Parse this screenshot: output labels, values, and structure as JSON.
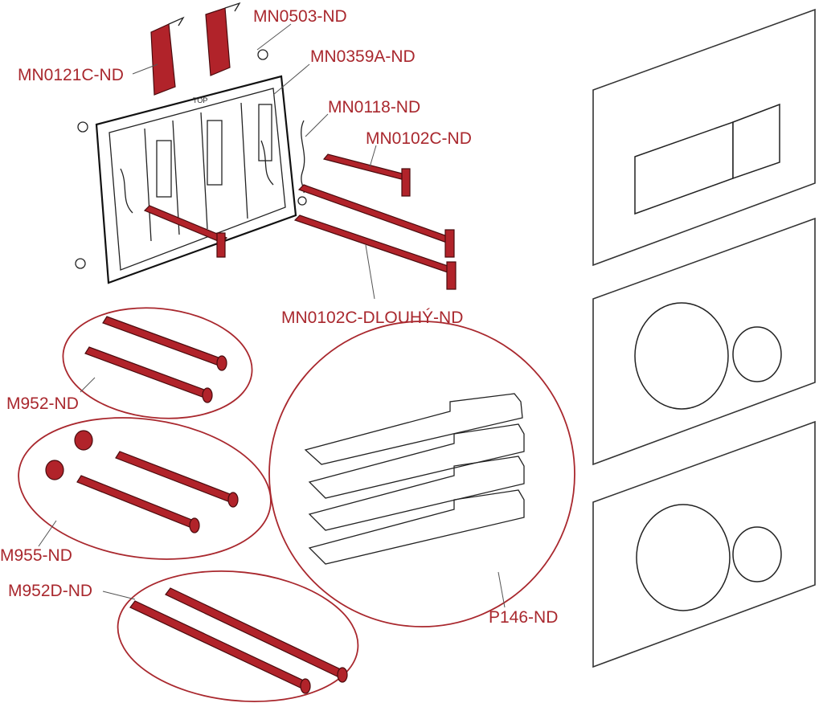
{
  "labels": {
    "mn0503": "MN0503-ND",
    "mn0121c": "MN0121C-ND",
    "mn0359a": "MN0359A-ND",
    "mn0118": "MN0118-ND",
    "mn0102c": "MN0102C-ND",
    "mn0102c_long": "MN0102C-DLOUHÝ-ND",
    "m952": "M952-ND",
    "m955": "M955-ND",
    "m952d": "M952D-ND",
    "p146": "P146-ND"
  },
  "frame_marking": "TOP",
  "colors": {
    "part": "#b1232a",
    "label": "#a9282e",
    "ring": "#a9282e",
    "line": "#222222"
  }
}
